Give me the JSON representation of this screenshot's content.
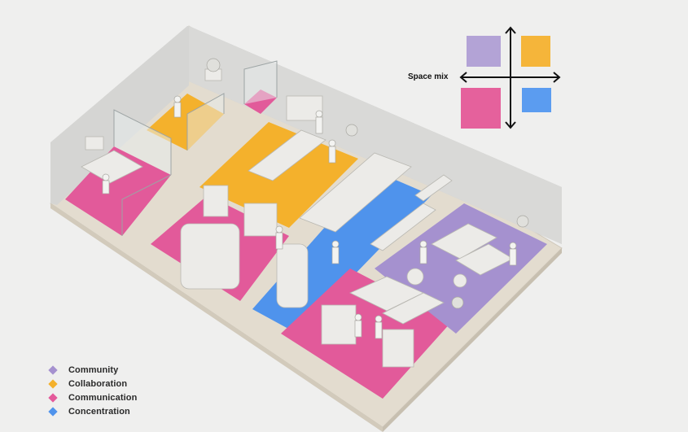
{
  "space_mix": {
    "label": "Space mix",
    "quadrants": [
      {
        "name": "Community",
        "color": "#b3a3d6"
      },
      {
        "name": "Collaboration",
        "color": "#f5b53a"
      },
      {
        "name": "Communication",
        "color": "#e5619c"
      },
      {
        "name": "Concentration",
        "color": "#5b9cf0"
      }
    ]
  },
  "legend": {
    "items": [
      {
        "label": "Community",
        "color": "#a591cf"
      },
      {
        "label": "Collaboration",
        "color": "#f4b12c"
      },
      {
        "label": "Communication",
        "color": "#e45a9a"
      },
      {
        "label": "Concentration",
        "color": "#4f93ec"
      }
    ]
  },
  "colors": {
    "background": "#efefee",
    "wall": "#d4d4d2",
    "floor_base": "#e4ddd0",
    "furniture": "#e9e9e6"
  }
}
